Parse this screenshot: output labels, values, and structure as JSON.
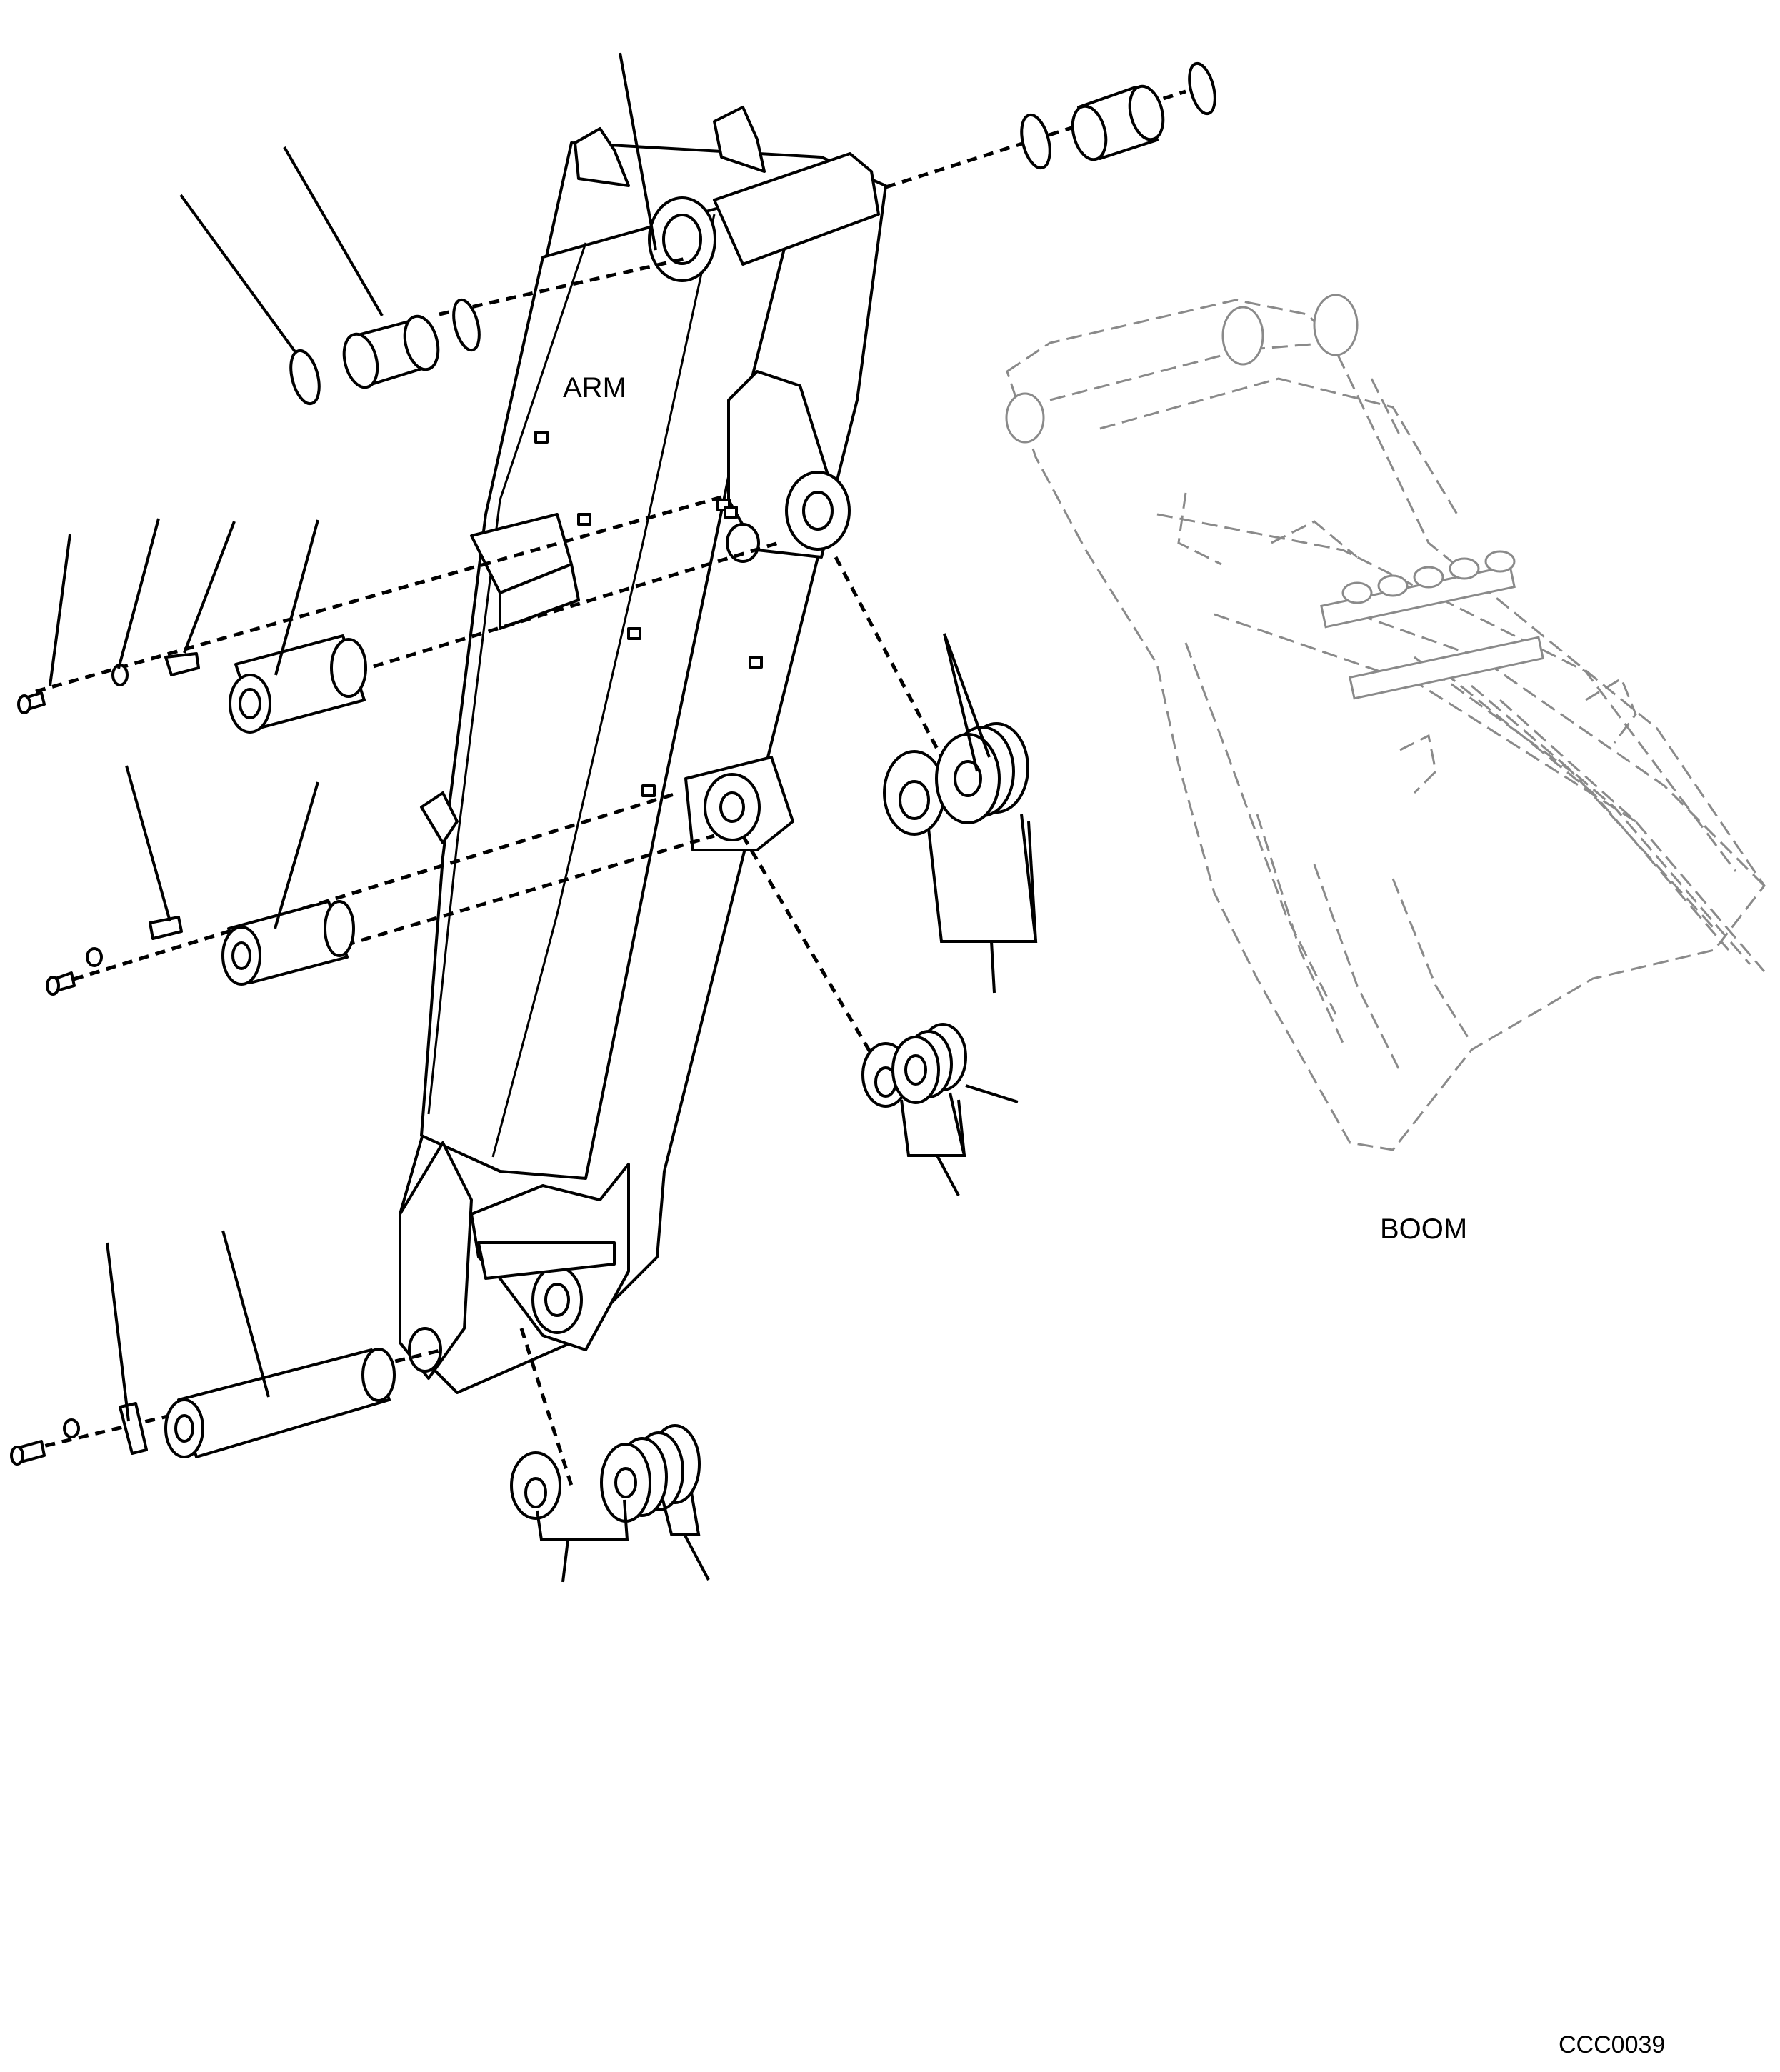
{
  "labels": {
    "arm": "ARM",
    "boom": "BOOM",
    "drawing_code": "CCC0039"
  }
}
